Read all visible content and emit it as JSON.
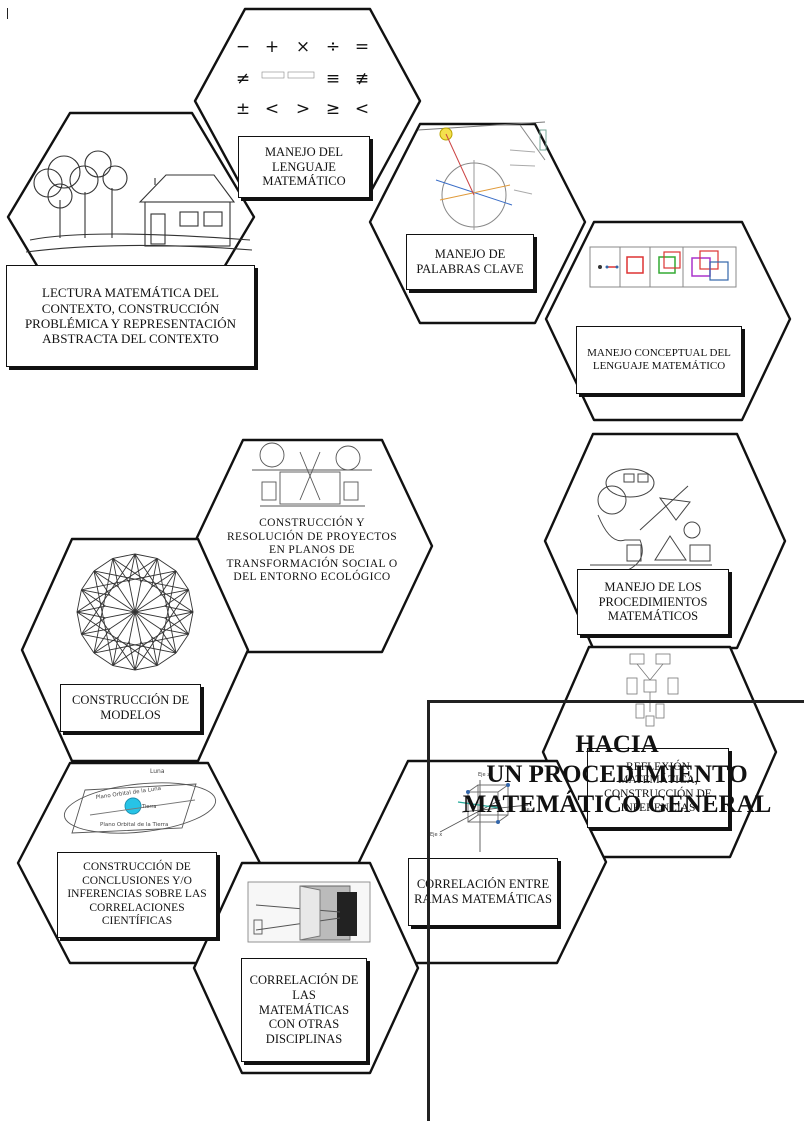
{
  "title": {
    "line1": "HACIA",
    "line2": "UN PROCEDIMIENTO",
    "line3": "MATEMÁTICO GENERAL"
  },
  "nodes": [
    {
      "id": "lenguaje",
      "label": "MANEJO DEL LENGUAJE MATEMÁTICO",
      "image": "math-operators-icon"
    },
    {
      "id": "lectura",
      "label": "LECTURA MATEMÁTICA DEL CONTEXTO, CONSTRUCCIÓN PROBLÉMICA Y REPRESENTACIÓN ABSTRACTA DEL CONTEXTO",
      "image": "house-trees-icon"
    },
    {
      "id": "palabras",
      "label": "MANEJO DE PALABRAS CLAVE",
      "image": "astronomy-diagram-icon"
    },
    {
      "id": "conceptual",
      "label": "MANEJO  CONCEPTUAL DEL LENGUAJE MATEMÁTICO",
      "image": "cube-progression-icon"
    },
    {
      "id": "procedimientos",
      "label": "MANEJO DE LOS PROCEDIMIENTOS MATEMÁTICOS",
      "image": "child-geometry-icon"
    },
    {
      "id": "proyectos",
      "label": "CONSTRUCCIÓN Y RESOLUCIÓN DE PROYECTOS EN PLANOS DE TRANSFORMACIÓN SOCIAL O DEL ENTORNO ECOLÓGICO",
      "image": "machine-drawing-icon"
    },
    {
      "id": "modelos",
      "label": "CONSTRUCCIÓN DE MODELOS",
      "image": "polyhedron-wireframe-icon"
    },
    {
      "id": "reflexion",
      "label": "REFLEXIÓN MATEMÁTICA, CONSTRUCCIÓN DE INFERENCIAS",
      "image": "flowchart-icon"
    },
    {
      "id": "conclusiones",
      "label": "CONSTRUCCIÓN DE CONCLUSIONES Y/O INFERENCIAS SOBRE LAS CORRELACIONES CIENTÍFICAS",
      "image": "ecliptic-plane-icon"
    },
    {
      "id": "ramas",
      "label": "CORRELACIÓN ENTRE RAMAS MATEMÁTICAS",
      "image": "3d-axes-cube-icon"
    },
    {
      "id": "disciplinas",
      "label": "CORRELACIÓN DE LAS MATEMÁTICAS CON OTRAS DISCIPLINAS",
      "image": "camera-obscura-icon"
    }
  ],
  "operators": [
    "−",
    "+",
    "×",
    "÷",
    "=",
    "≠",
    "≡",
    "≢",
    "±",
    "<",
    ">",
    "≥",
    "<"
  ],
  "figure_text": {
    "ecliptic_top": "Luna",
    "ecliptic_plane1": "Plano Orbital de la Luna",
    "ecliptic_plane2": "Plano Orbital de la Tierra",
    "ecliptic_center": "Tierra",
    "axes_z": "Eje z",
    "axes_y": "Eje y",
    "axes_x": "Eje x"
  }
}
